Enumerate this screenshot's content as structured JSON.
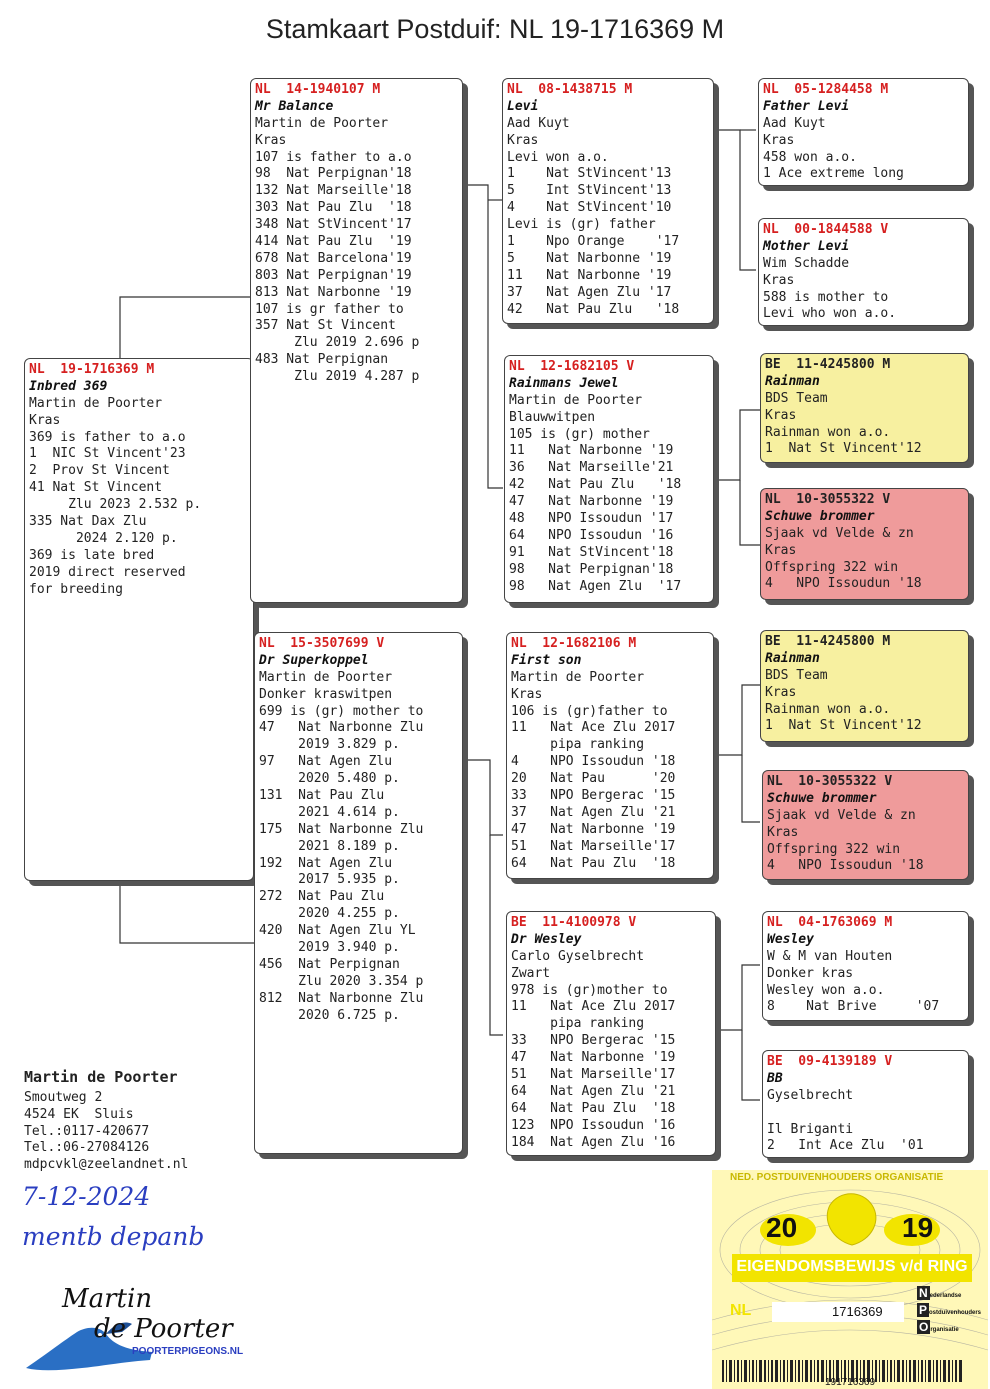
{
  "title": "Stamkaart Postduif: NL  19-1716369 M",
  "subject": {
    "ring": "NL  19-1716369 M",
    "name": "Inbred 369",
    "lines": [
      "Martin de Poorter",
      "Kras",
      "369 is father to a.o",
      "1  NIC St Vincent'23",
      "2  Prov St Vincent",
      "41 Nat St Vincent",
      "     Zlu 2023 2.532 p.",
      "335 Nat Dax Zlu",
      "      2024 2.120 p.",
      "369 is late bred",
      "2019 direct reserved",
      "for breeding"
    ]
  },
  "father": {
    "ring": "NL  14-1940107 M",
    "name": "Mr Balance",
    "lines": [
      "Martin de Poorter",
      "Kras",
      "107 is father to a.o",
      "98  Nat Perpignan'18",
      "132 Nat Marseille'18",
      "303 Nat Pau Zlu  '18",
      "348 Nat StVincent'17",
      "414 Nat Pau Zlu  '19",
      "678 Nat Barcelona'19",
      "803 Nat Perpignan'19",
      "813 Nat Narbonne '19",
      "107 is gr father to",
      "357 Nat St Vincent",
      "     Zlu 2019 2.696 p",
      "483 Nat Perpignan",
      "     Zlu 2019 4.287 p"
    ]
  },
  "mother": {
    "ring": "NL  15-3507699 V",
    "name": "Dr Superkoppel",
    "lines": [
      "Martin de Poorter",
      "Donker kraswitpen",
      "699 is (gr) mother to",
      "47   Nat Narbonne Zlu",
      "     2019 3.829 p.",
      "97   Nat Agen Zlu",
      "     2020 5.480 p.",
      "131  Nat Pau Zlu",
      "     2021 4.614 p.",
      "175  Nat Narbonne Zlu",
      "     2021 8.189 p.",
      "192  Nat Agen Zlu",
      "     2017 5.935 p.",
      "272  Nat Pau Zlu",
      "     2020 4.255 p.",
      "420  Nat Agen Zlu YL",
      "     2019 3.940 p.",
      "456  Nat Perpignan",
      "     Zlu 2020 3.354 p",
      "812  Nat Narbonne Zlu",
      "     2020 6.725 p."
    ]
  },
  "ff": {
    "ring": "NL  08-1438715 M",
    "name": "Levi",
    "lines": [
      "Aad Kuyt",
      "Kras",
      "Levi won a.o.",
      "1    Nat StVincent'13",
      "5    Int StVincent'13",
      "4    Nat StVincent'10",
      "Levi is (gr) father",
      "1    Npo Orange    '17",
      "5    Nat Narbonne '19",
      "11   Nat Narbonne '19",
      "37   Nat Agen Zlu '17",
      "42   Nat Pau Zlu   '18"
    ]
  },
  "fm": {
    "ring": "NL  12-1682105 V",
    "name": "Rainmans Jewel",
    "lines": [
      "Martin de Poorter",
      "Blauwwitpen",
      "105 is (gr) mother",
      "11   Nat Narbonne '19",
      "36   Nat Marseille'21",
      "42   Nat Pau Zlu   '18",
      "47   Nat Narbonne '19",
      "48   NPO Issoudun '17",
      "64   NPO Issoudun '16",
      "91   Nat StVincent'18",
      "98   Nat Perpignan'18",
      "98   Nat Agen Zlu  '17"
    ]
  },
  "mf": {
    "ring": "NL  12-1682106 M",
    "name": "First son",
    "lines": [
      "Martin de Poorter",
      "Kras",
      "106 is (gr)father to",
      "11   Nat Ace Zlu 2017",
      "     pipa ranking",
      "4    NPO Issoudun '18",
      "20   Nat Pau      '20",
      "33   NPO Bergerac '15",
      "37   Nat Agen Zlu '21",
      "47   Nat Narbonne '19",
      "51   Nat Marseille'17",
      "64   Nat Pau Zlu  '18"
    ]
  },
  "mm": {
    "ring": "BE  11-4100978 V",
    "name": "Dr Wesley",
    "lines": [
      "Carlo Gyselbrecht",
      "Zwart",
      "978 is (gr)mother to",
      "11   Nat Ace Zlu 2017",
      "     pipa ranking",
      "33   NPO Bergerac '15",
      "47   Nat Narbonne '19",
      "51   Nat Marseille'17",
      "64   Nat Agen Zlu '21",
      "64   Nat Pau Zlu  '18",
      "123  NPO Issoudun '16",
      "184  Nat Agen Zlu '16"
    ]
  },
  "fff": {
    "ring": "NL  05-1284458 M",
    "name": "Father Levi",
    "lines": [
      "Aad Kuyt",
      "Kras",
      "458 won a.o.",
      "1 Ace extreme long"
    ]
  },
  "ffm": {
    "ring": "NL  00-1844588 V",
    "name": "Mother Levi",
    "lines": [
      "Wim Schadde",
      "Kras",
      "588 is mother to",
      "Levi who won a.o."
    ]
  },
  "fmf": {
    "ring": "BE  11-4245800 M",
    "name": "Rainman",
    "lines": [
      "BDS Team",
      "Kras",
      "Rainman won a.o.",
      "1  Nat St Vincent'12"
    ]
  },
  "fmm": {
    "ring": "NL  10-3055322 V",
    "name": "Schuwe brommer",
    "lines": [
      "Sjaak vd Velde & zn",
      "Kras",
      "Offspring 322 win",
      "4   NPO Issoudun '18"
    ]
  },
  "mff": {
    "ring": "BE  11-4245800 M",
    "name": "Rainman",
    "lines": [
      "BDS Team",
      "Kras",
      "Rainman won a.o.",
      "1  Nat St Vincent'12"
    ]
  },
  "mfm": {
    "ring": "NL  10-3055322 V",
    "name": "Schuwe brommer",
    "lines": [
      "Sjaak vd Velde & zn",
      "Kras",
      "Offspring 322 win",
      "4   NPO Issoudun '18"
    ]
  },
  "mmf": {
    "ring": "NL  04-1763069 M",
    "name": "Wesley",
    "lines": [
      "W & M van Houten",
      "Donker kras",
      "Wesley won a.o.",
      "8    Nat Brive     '07"
    ]
  },
  "mmm": {
    "ring": "BE  09-4139189 V",
    "name": "BB",
    "lines": [
      "Gyselbrecht",
      "",
      "Il Briganti",
      "2   Int Ace Zlu  '01"
    ]
  },
  "owner": {
    "name": "Martin de Poorter",
    "lines": [
      "Smoutweg 2",
      "4524 EK  Sluis",
      "Tel.:0117-420677",
      "Tel.:06-27084126",
      "mdpcvkl@zeelandnet.nl"
    ]
  },
  "handwriting": {
    "date": "7-12-2024",
    "note": "mentb depanb"
  },
  "logo": {
    "line1": "Martin",
    "line2": "de Poorter",
    "url": "POORTERPIGEONS.NL"
  },
  "ring_certificate": {
    "org": "NED. POSTDUIVENHOUDERS ORGANISATIE",
    "year_left": "20",
    "year_right": "19",
    "title": "EIGENDOMSBEWIJS v/d RING",
    "country": "NL",
    "number": "1716369",
    "npo_n": "ederlandse",
    "npo_p": "ostduivenhouders",
    "npo_o": "rganisatie",
    "barcode": "191716369",
    "colors": {
      "paper": "#fff8b8",
      "yellow": "#f2e400",
      "dark": "#222222"
    }
  },
  "colors": {
    "ring_red": "#d62020",
    "yellow_card": "#f7f0a0",
    "red_card": "#ef9b9b"
  }
}
